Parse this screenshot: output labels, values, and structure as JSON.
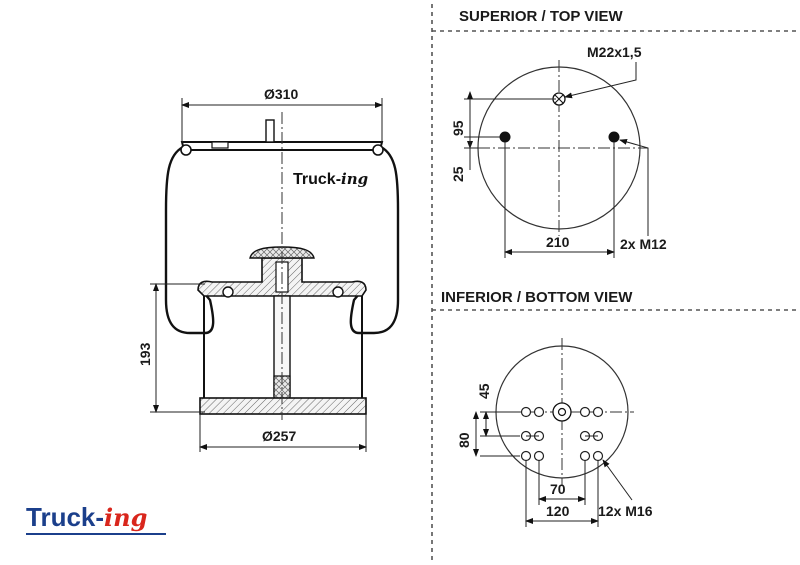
{
  "views": {
    "top_title": "SUPERIOR / TOP VIEW",
    "bottom_title": "INFERIOR / BOTTOM VIEW"
  },
  "side_view": {
    "dim_top_diameter": "Ø310",
    "dim_bottom_diameter": "Ø257",
    "dim_height": "193",
    "brand_text_main": "Truck-",
    "brand_text_script": "ing"
  },
  "top_view": {
    "thread_label": "M22x1,5",
    "dim_95": "95",
    "dim_25": "25",
    "dim_210": "210",
    "holes_label": "2x M12"
  },
  "bottom_view": {
    "dim_45": "45",
    "dim_80": "80",
    "dim_70": "70",
    "dim_120": "120",
    "holes_label": "12x M16"
  },
  "logo": {
    "main": "Truck-",
    "script": "ing",
    "main_color": "#1b3f8b",
    "script_color": "#d9261c"
  }
}
